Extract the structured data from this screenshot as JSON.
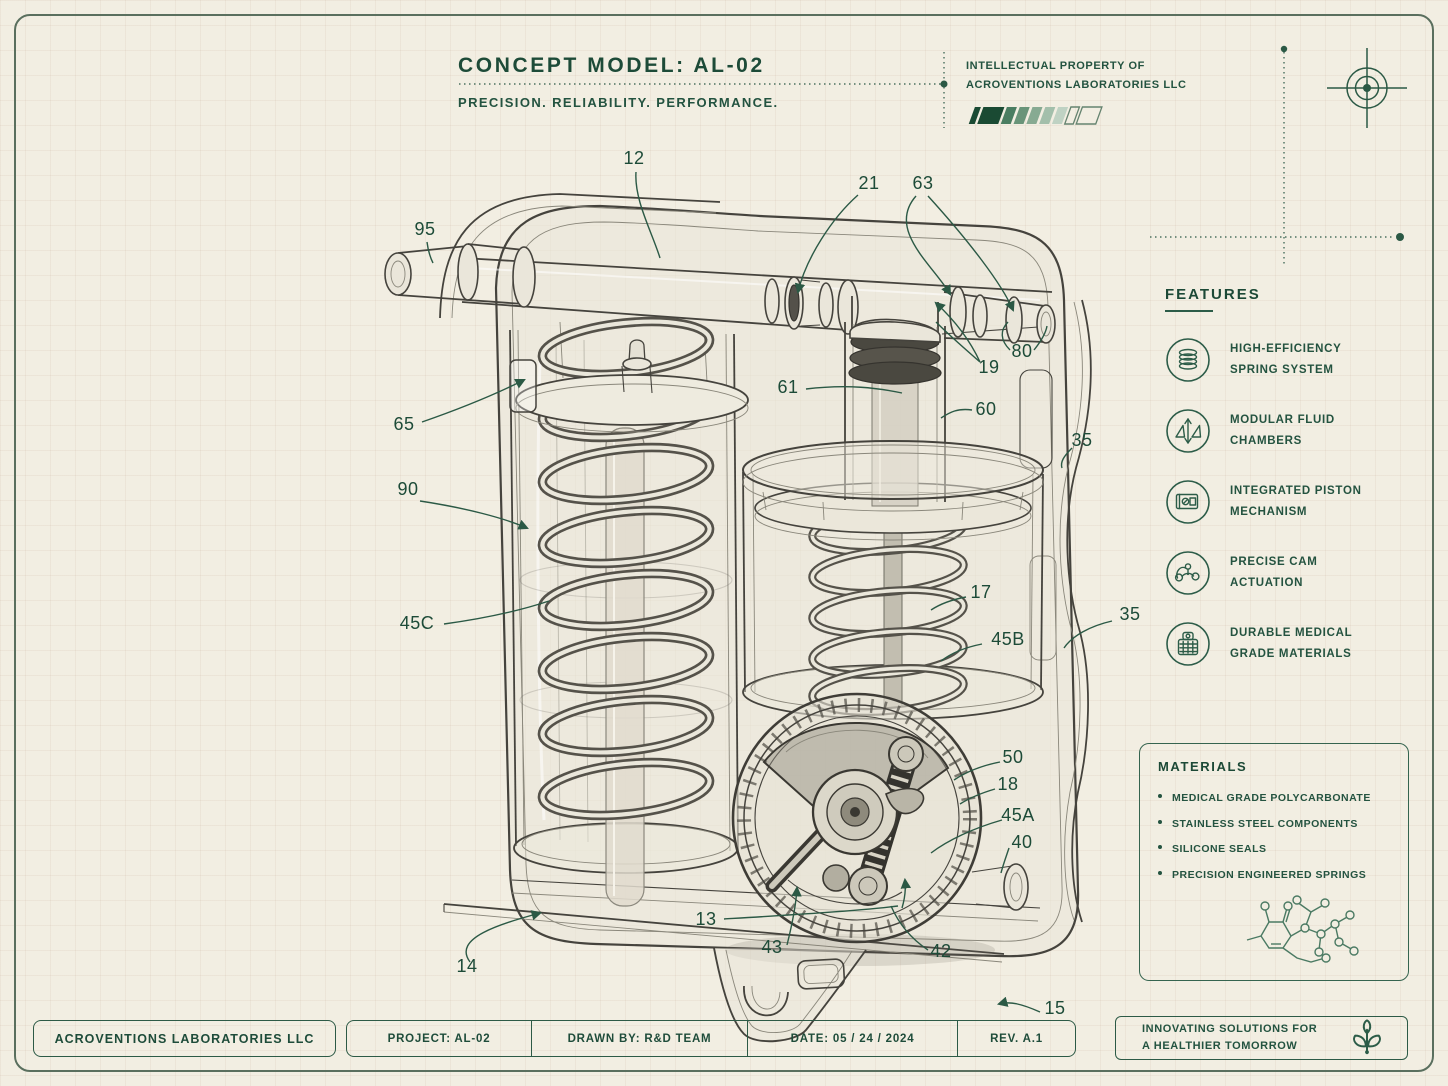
{
  "header": {
    "title": "CONCEPT MODEL: AL-02",
    "subtitle": "PRECISION. RELIABILITY. PERFORMANCE.",
    "ip_line1": "INTELLECTUAL PROPERTY OF",
    "ip_line2": "ACROVENTIONS LABORATORIES LLC"
  },
  "features": {
    "heading": "FEATURES",
    "items": [
      {
        "icon": "spring-icon",
        "line1": "HIGH-EFFICIENCY",
        "line2": "SPRING SYSTEM"
      },
      {
        "icon": "fluid-chambers-icon",
        "line1": "MODULAR FLUID",
        "line2": "CHAMBERS"
      },
      {
        "icon": "piston-icon",
        "line1": "INTEGRATED PISTON",
        "line2": "MECHANISM"
      },
      {
        "icon": "cam-icon",
        "line1": "PRECISE CAM",
        "line2": "ACTUATION"
      },
      {
        "icon": "materials-icon",
        "line1": "DURABLE MEDICAL",
        "line2": "GRADE MATERIALS"
      }
    ]
  },
  "materials": {
    "heading": "MATERIALS",
    "items": [
      "MEDICAL GRADE POLYCARBONATE",
      "STAINLESS STEEL COMPONENTS",
      "SILICONE SEALS",
      "PRECISION ENGINEERED SPRINGS"
    ]
  },
  "title_block": {
    "company": "ACROVENTIONS LABORATORIES LLC",
    "project": "PROJECT:  AL-02",
    "drawn_by": "DRAWN BY: R&D TEAM",
    "date": "DATE:  05 / 24 / 2024",
    "rev": "REV. A.1",
    "tagline_line1": "INNOVATING SOLUTIONS FOR",
    "tagline_line2": "A HEALTHIER TOMORROW"
  },
  "drawing": {
    "callouts": [
      "12",
      "95",
      "21",
      "63",
      "65",
      "61",
      "19",
      "80",
      "60",
      "35",
      "90",
      "17",
      "45C",
      "45B",
      "35",
      "50",
      "18",
      "45A",
      "40",
      "13",
      "43",
      "42",
      "14",
      "15"
    ]
  },
  "colors": {
    "paper": "#f2eee2",
    "ink_green": "#1d4b38",
    "frame_green": "#5a6f5e",
    "drawing_gray": "#45433d",
    "progress_segments": [
      "#1a4a33",
      "#1a4a33",
      "#4a7d61",
      "#699479",
      "#87aa92",
      "#a3bfab",
      "#bfd2c3"
    ],
    "progress_outline": "#65836f"
  }
}
